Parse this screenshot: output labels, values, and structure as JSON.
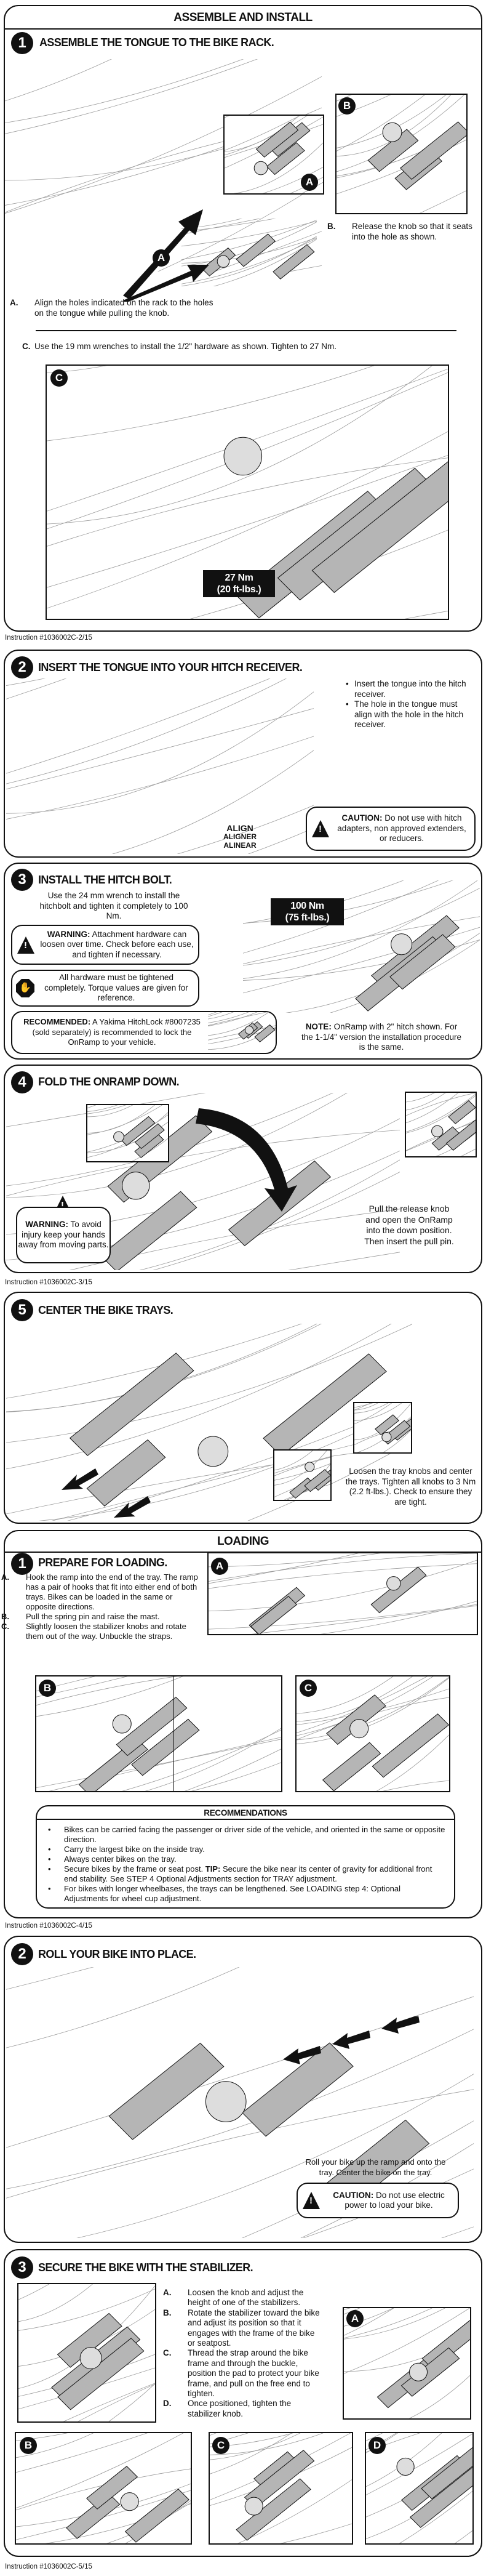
{
  "assemble": {
    "header": "ASSEMBLE AND INSTALL",
    "step1": {
      "number": "1",
      "title": "ASSEMBLE THE TONGUE TO THE BIKE RACK.",
      "a_label": "A.",
      "a_text": "Align the holes indicated on the rack to the holes on the tongue while pulling the knob.",
      "b_label": "B.",
      "b_text": "Release the knob so that it seats into the hole as shown.",
      "c_label": "C.",
      "c_text": "Use the 19 mm wrenches to install the 1/2\" hardware as shown. Tighten to 27 Nm.",
      "badge_a": "A",
      "badge_b": "B",
      "badge_c": "C",
      "torque_line1": "27 Nm",
      "torque_line2": "(20 ft-lbs.)"
    },
    "footer1": "Instruction #1036002C-2/15",
    "step2": {
      "number": "2",
      "title": "INSERT THE TONGUE INTO YOUR HITCH RECEIVER.",
      "bullets": [
        "Insert the tongue into the hitch receiver.",
        "The hole in the tongue must align with the hole in the hitch receiver."
      ],
      "align": [
        "ALIGN",
        "ALIGNER",
        "ALINEAR"
      ],
      "caution_label": "CAUTION:",
      "caution_text": " Do not use with hitch adapters, non approved extenders, or reducers."
    },
    "step3": {
      "number": "3",
      "title": "INSTALL THE HITCH BOLT.",
      "text": "Use the 24 mm wrench to install the hitchbolt and tighten it completely to 100 Nm.",
      "warning_label": "WARNING:",
      "warning_text": " Attachment hardware can loosen over time. Check before each use, and tighten if necessary.",
      "stop_text": "All hardware must be tightened completely. Torque values are given for reference.",
      "recommended_label": "RECOMMENDED:",
      "recommended_text": " A Yakima HitchLock #8007235 (sold separately) is recommended to lock the OnRamp to your vehicle.",
      "note_label": "NOTE:",
      "note_text": " OnRamp with 2\" hitch shown. For the 1-1/4\" version the installation procedure is the same.",
      "torque_line1": "100 Nm",
      "torque_line2": "(75 ft-lbs.)"
    },
    "step4": {
      "number": "4",
      "title": "FOLD THE ONRAMP DOWN.",
      "warning_label": "WARNING:",
      "warning_text": " To avoid injury keep your hands away from moving parts.",
      "text": "Pull the release knob and open the OnRamp into the down position. Then insert the pull pin."
    },
    "footer2": "Instruction #1036002C-3/15",
    "step5": {
      "number": "5",
      "title": "CENTER THE BIKE TRAYS.",
      "text": "Loosen the tray knobs and center the trays. Tighten all knobs to 3 Nm (2.2 ft-lbs.). Check to ensure they are tight."
    }
  },
  "loading": {
    "header": "LOADING",
    "step1": {
      "number": "1",
      "title": "PREPARE FOR LOADING.",
      "items": [
        {
          "label": "A.",
          "text": "Hook the ramp into the end of the tray. The ramp has a pair of hooks that fit into either end of both trays.  Bikes can be loaded in the same or opposite directions."
        },
        {
          "label": "B.",
          "text": "Pull the spring pin and raise the mast."
        },
        {
          "label": "C.",
          "text": "Slightly loosen the stabilizer knobs and rotate them out of the way. Unbuckle the straps."
        }
      ],
      "badge_a": "A",
      "badge_b": "B",
      "badge_c": "C"
    },
    "recommendations": {
      "title": "RECOMMENDATIONS",
      "items": [
        "Bikes can be carried facing the passenger or driver side of the vehicle, and oriented in the same or opposite direction.",
        "Carry the largest bike on the inside tray.",
        "Always center bikes on the tray."
      ],
      "tip_pre": "Secure bikes by the frame or seat post. ",
      "tip_label": "TIP:",
      "tip_text": " Secure the bike near its center of gravity for additional front end stability. See STEP 4 Optional Adjustments section for TRAY adjustment.",
      "last_item": "For bikes with longer wheelbases, the trays can be lengthened. See LOADING step 4: Optional Adjustments for wheel cup adjustment."
    },
    "footer1": "Instruction #1036002C-4/15",
    "step2": {
      "number": "2",
      "title": "ROLL YOUR BIKE INTO PLACE.",
      "text": "Roll your bike up the ramp and onto the tray. Center the bike on the tray.",
      "caution_label": "CAUTION:",
      "caution_text": " Do not use electric power to load your bike."
    },
    "step3": {
      "number": "3",
      "title": "SECURE THE BIKE WITH THE STABILIZER.",
      "items": [
        {
          "label": "A.",
          "text": "Loosen the knob and adjust the height of one of the stabilizers."
        },
        {
          "label": "B.",
          "text": "Rotate the stabilizer toward the bike and adjust its position so that it engages with the frame of the bike or seatpost."
        },
        {
          "label": "C.",
          "text": "Thread the strap around the bike frame and through the buckle, position the pad to protect your bike frame, and pull on the free end to tighten."
        },
        {
          "label": "D.",
          "text": "Once positioned, tighten the stabilizer knob."
        }
      ],
      "badge_a": "A",
      "badge_b": "B",
      "badge_c": "C",
      "badge_d": "D"
    },
    "footer2": "Instruction #1036002C-5/15"
  },
  "colors": {
    "ink": "#111111",
    "part_gray": "#b5b5b5",
    "line_gray": "#9a9a9a"
  }
}
